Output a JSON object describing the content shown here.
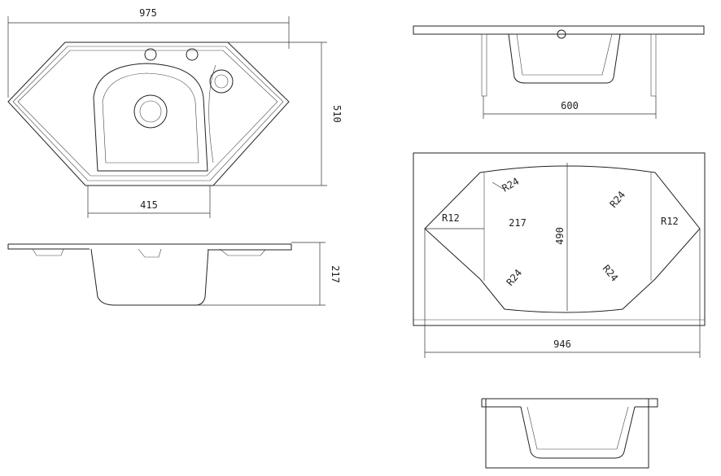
{
  "dimensions": {
    "top_width": "975",
    "top_depth": "510",
    "bowl_width": "415",
    "side_height": "217",
    "cabinet_width": "600",
    "cutout_depth": "490",
    "cutout_width": "946",
    "cutout_inner": "217",
    "radius_large": [
      "R24",
      "R24",
      "R24",
      "R24"
    ],
    "radius_small": [
      "R12",
      "R12"
    ]
  }
}
